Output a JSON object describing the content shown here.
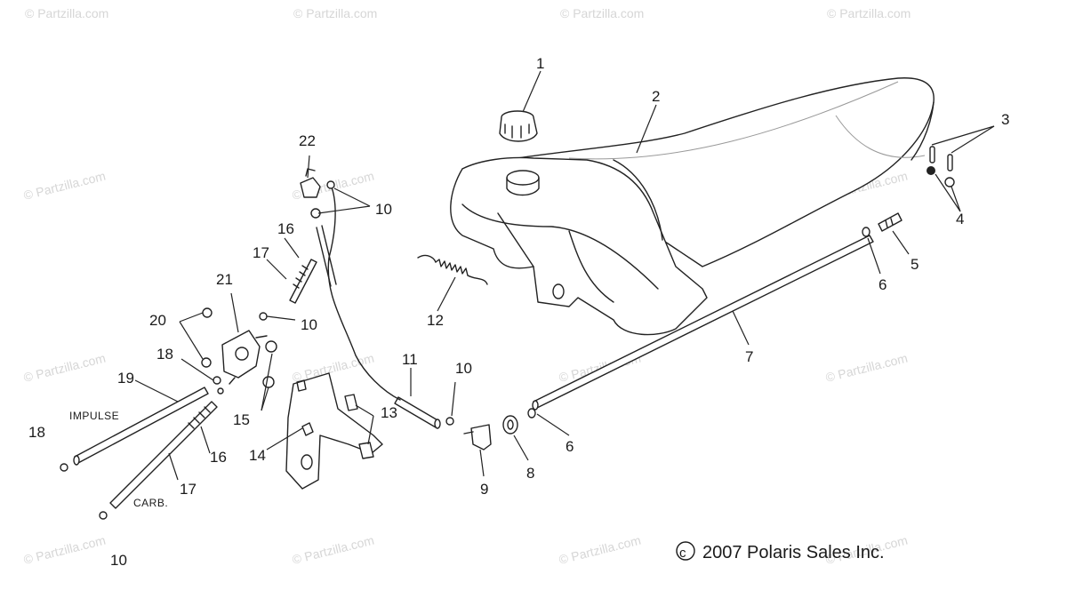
{
  "watermark": "© Partzilla.com",
  "copyright": {
    "symbol": "c",
    "text": "2007 Polaris Sales Inc."
  },
  "annotations": {
    "impulse": "IMPULSE",
    "carb": "CARB."
  },
  "callouts": [
    {
      "id": "c1",
      "label": "1"
    },
    {
      "id": "c2",
      "label": "2"
    },
    {
      "id": "c3",
      "label": "3"
    },
    {
      "id": "c4",
      "label": "4"
    },
    {
      "id": "c5",
      "label": "5"
    },
    {
      "id": "c6a",
      "label": "6"
    },
    {
      "id": "c6b",
      "label": "6"
    },
    {
      "id": "c7",
      "label": "7"
    },
    {
      "id": "c8",
      "label": "8"
    },
    {
      "id": "c9",
      "label": "9"
    },
    {
      "id": "c10a",
      "label": "10"
    },
    {
      "id": "c10b",
      "label": "10"
    },
    {
      "id": "c10c",
      "label": "10"
    },
    {
      "id": "c10d",
      "label": "10"
    },
    {
      "id": "c11",
      "label": "11"
    },
    {
      "id": "c12",
      "label": "12"
    },
    {
      "id": "c13",
      "label": "13"
    },
    {
      "id": "c14",
      "label": "14"
    },
    {
      "id": "c15",
      "label": "15"
    },
    {
      "id": "c16a",
      "label": "16"
    },
    {
      "id": "c16b",
      "label": "16"
    },
    {
      "id": "c17a",
      "label": "17"
    },
    {
      "id": "c17b",
      "label": "17"
    },
    {
      "id": "c18a",
      "label": "18"
    },
    {
      "id": "c18b",
      "label": "18"
    },
    {
      "id": "c19",
      "label": "19"
    },
    {
      "id": "c20",
      "label": "20"
    },
    {
      "id": "c21",
      "label": "21"
    },
    {
      "id": "c22",
      "label": "22"
    }
  ]
}
